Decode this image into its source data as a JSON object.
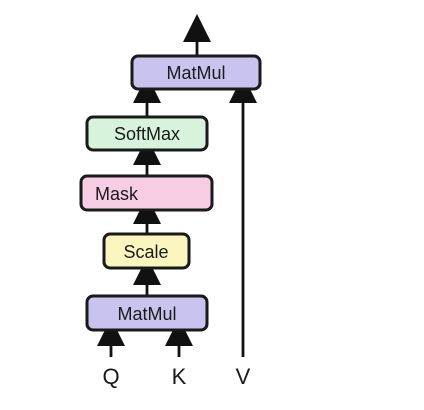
{
  "nodes": {
    "matmul_top": {
      "label": "MatMul",
      "fill": "#c9c4ef"
    },
    "softmax": {
      "label": "SoftMax",
      "fill": "#d8f3dc"
    },
    "mask": {
      "label": "Mask",
      "fill": "#f7cde3"
    },
    "scale": {
      "label": "Scale",
      "fill": "#fbf6c0"
    },
    "matmul_bottom": {
      "label": "MatMul",
      "fill": "#c9c4ef"
    }
  },
  "inputs": {
    "q": "Q",
    "k": "K",
    "v": "V"
  }
}
